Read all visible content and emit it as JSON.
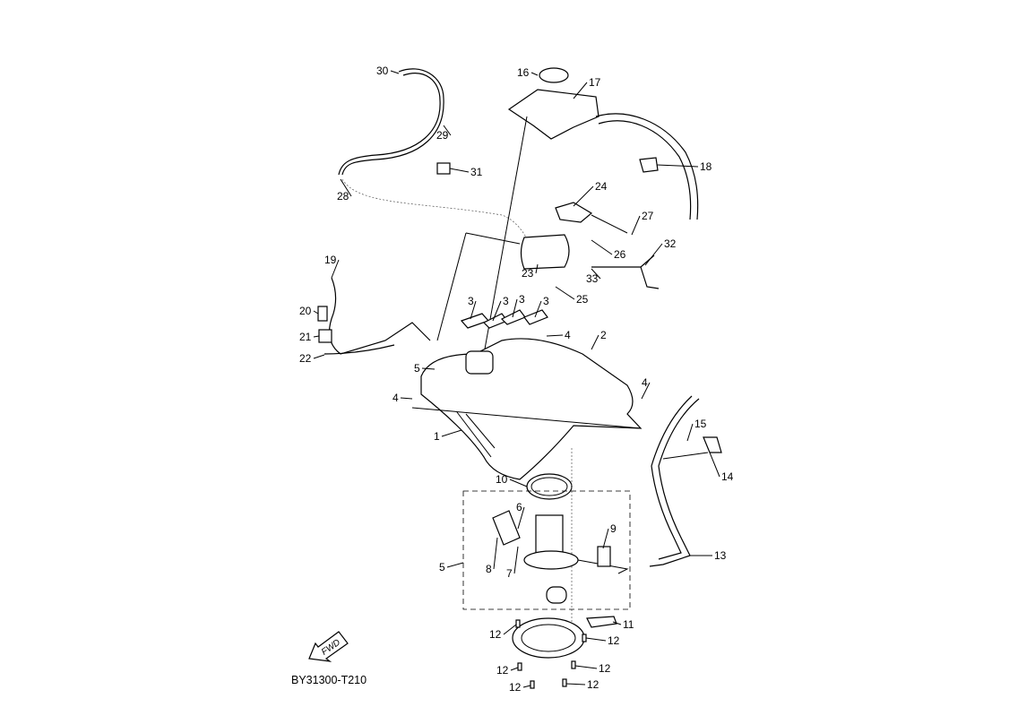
{
  "diagram_code": "BY31300-T210",
  "fwd_label": "FWD",
  "callouts": [
    "30",
    "16",
    "17",
    "29",
    "31",
    "18",
    "28",
    "24",
    "27",
    "32",
    "26",
    "23",
    "33",
    "25",
    "19",
    "20",
    "3",
    "3",
    "3",
    "3",
    "21",
    "4",
    "2",
    "22",
    "5",
    "4",
    "4",
    "15",
    "1",
    "14",
    "10",
    "6",
    "9",
    "13",
    "5",
    "8",
    "7",
    "11",
    "12",
    "12",
    "12",
    "12",
    "12",
    "12"
  ]
}
